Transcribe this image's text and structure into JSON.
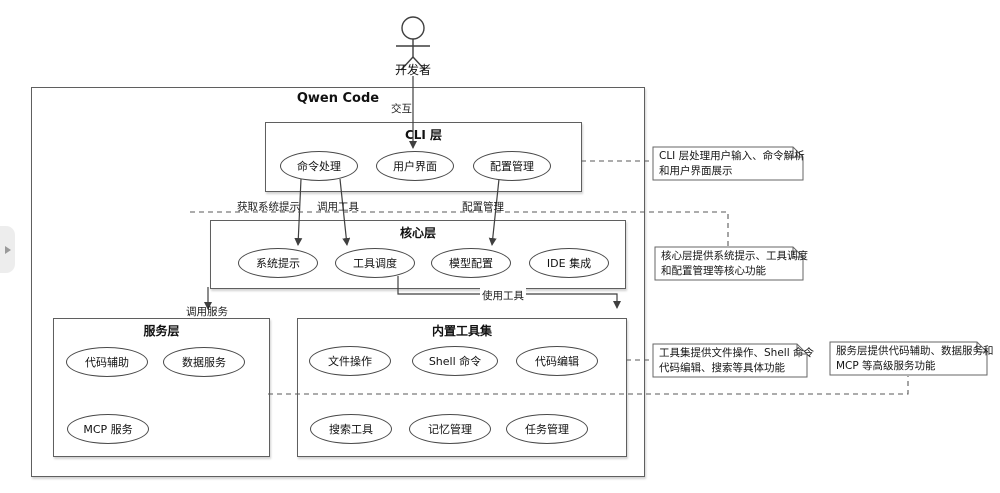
{
  "diagram": {
    "actor": {
      "label": "开发者"
    },
    "container": {
      "title": "Qwen Code"
    },
    "edges": {
      "interact": "交互",
      "get_system_prompt": "获取系统提示",
      "invoke_tools": "调用工具",
      "config_manage": "配置管理",
      "use_tools": "使用工具",
      "call_services": "调用服务"
    },
    "cli_layer": {
      "title": "CLI 层",
      "usecases": [
        "命令处理",
        "用户界面",
        "配置管理"
      ]
    },
    "core_layer": {
      "title": "核心层",
      "usecases": [
        "系统提示",
        "工具调度",
        "模型配置",
        "IDE 集成"
      ]
    },
    "service_layer": {
      "title": "服务层",
      "usecases": [
        "代码辅助",
        "数据服务",
        "MCP 服务"
      ]
    },
    "toolset": {
      "title": "内置工具集",
      "usecases": [
        "文件操作",
        "Shell 命令",
        "代码编辑",
        "搜索工具",
        "记忆管理",
        "任务管理"
      ]
    },
    "notes": [
      {
        "lines": [
          "CLI 层处理用户输入、命令解析",
          "和用户界面展示"
        ]
      },
      {
        "lines": [
          "核心层提供系统提示、工具调度",
          "和配置管理等核心功能"
        ]
      },
      {
        "lines": [
          "工具集提供文件操作、Shell 命令",
          "代码编辑、搜索等具体功能"
        ]
      },
      {
        "lines": [
          "服务层提供代码辅助、数据服务和",
          "MCP 等高级服务功能"
        ]
      }
    ],
    "colors": {
      "line": "#3f3f3f",
      "dashed_line": "#5a5a5a",
      "box_border": "#5f5f5f",
      "background": "#ffffff"
    }
  }
}
